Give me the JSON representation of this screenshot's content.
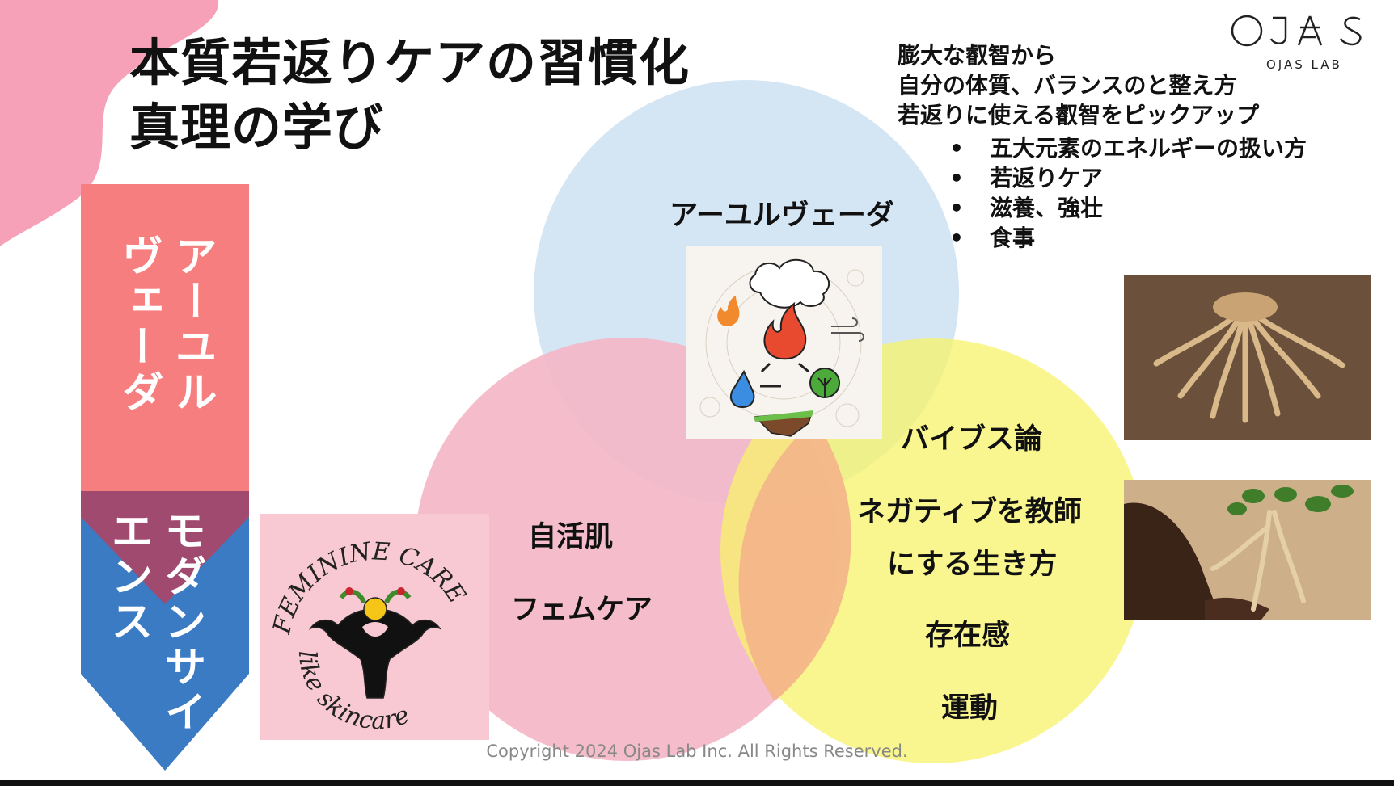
{
  "slide": {
    "title_line1": "本質若返りケアの習慣化",
    "title_line2": "真理の学び"
  },
  "logo": {
    "mark": "OJAS",
    "sub": "OJAS LAB"
  },
  "info": {
    "lines": [
      "膨大な叡智から",
      "自分の体質、バランスのと整え方",
      "若返りに使える叡智をピックアップ"
    ],
    "bullets": [
      "五大元素のエネルギーの扱い方",
      "若返りケア",
      "滋養、強壮",
      "食事"
    ]
  },
  "venn": {
    "top_label": "アーユルヴェーダ",
    "left_labels": [
      "自活肌",
      "フェムケア"
    ],
    "right_labels": [
      "バイブス論",
      "ネガティブを教師",
      "にする生き方",
      "存在感",
      "運動"
    ],
    "colors": {
      "top": "#cfe2f3",
      "left": "#f4b6c6",
      "right": "#f7f36a"
    }
  },
  "banner": {
    "top_text": "アーユルヴェーダ",
    "bottom_text": "モダンサイエンス",
    "colors": {
      "top": "#f77e7e",
      "bottom": "#3b7bc4",
      "overlap": "#a14a6f"
    }
  },
  "feminine_care": {
    "arc_top": "FEMININE CARE",
    "arc_bottom": "like skincare"
  },
  "footer": {
    "copyright": "Copyright 2024 Ojas Lab Inc. All Rights Reserved."
  }
}
